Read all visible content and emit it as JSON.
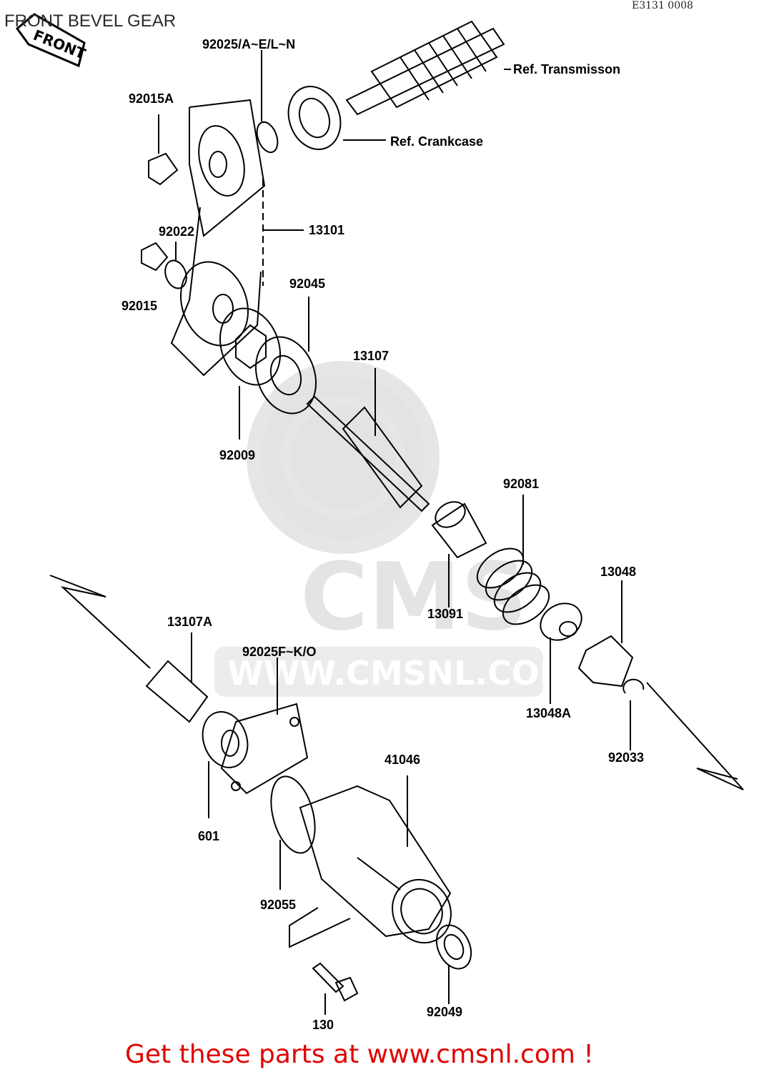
{
  "diagram": {
    "title": "FRONT BEVEL GEAR",
    "code": "E3131 0008",
    "front_arrow": "FRONT",
    "watermark_url": "WWW.CMSNL.COM",
    "watermark_logo": "CMS",
    "footer": "Get these parts at www.cmsnl.com !",
    "footer_color": "#e00000",
    "labels": {
      "p92025_a": "92025/A~E/L~N",
      "ref_transmission": "Ref. Transmisson",
      "ref_crankcase": "Ref. Crankcase",
      "p92015a": "92015A",
      "p13101": "13101",
      "p92022": "92022",
      "p92015": "92015",
      "p92045": "92045",
      "p13107": "13107",
      "p92009": "92009",
      "p92081": "92081",
      "p13048": "13048",
      "p13107a": "13107A",
      "p92025_f": "92025F~K/O",
      "p13091": "13091",
      "p13048a": "13048A",
      "p92033": "92033",
      "p41046": "41046",
      "p601": "601",
      "p92055": "92055",
      "p92049": "92049",
      "p130": "130"
    }
  }
}
